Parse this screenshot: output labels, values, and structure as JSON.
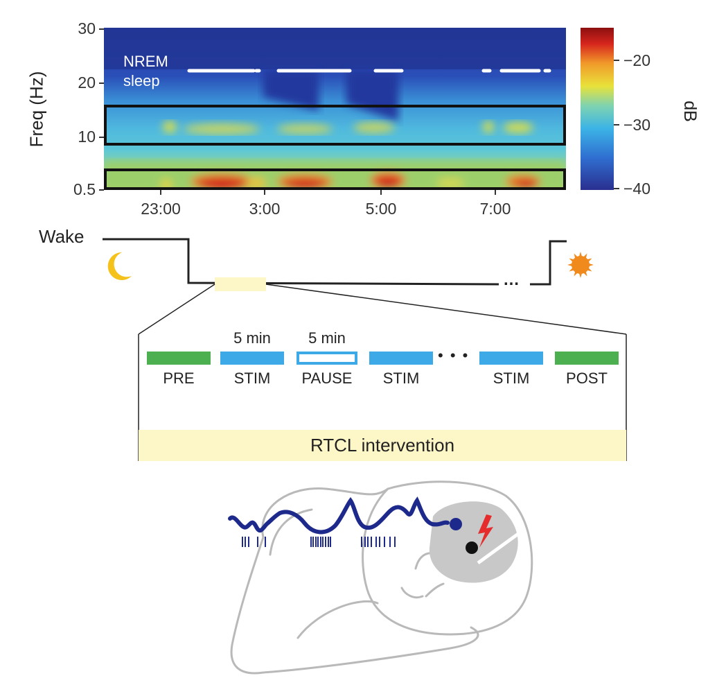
{
  "spectrogram": {
    "ylabel": "Freq (Hz)",
    "yticks": [
      "30",
      "20",
      "10",
      "0.5"
    ],
    "xticks": [
      "23:00",
      "3:00",
      "5:00",
      "7:00"
    ],
    "annotation_line1": "NREM",
    "annotation_line2": "sleep",
    "colorbar": {
      "label": "dB",
      "ticks": [
        "−20",
        "−30",
        "−40"
      ],
      "range": [
        -40,
        -15
      ],
      "colors": [
        "#2a2f8f",
        "#2f6fd0",
        "#3cb4e6",
        "#7fd3b0",
        "#e8e23a",
        "#f19a2a",
        "#d7261d",
        "#8c0f10"
      ]
    }
  },
  "hypnogram": {
    "wake_label": "Wake",
    "ellipsis": "…",
    "moon_icon": "moon-icon",
    "sun_icon": "sun-icon",
    "moon_color": "#f5c21b",
    "sun_color": "#f08a1c"
  },
  "protocol": {
    "blocks": [
      {
        "label": "PRE",
        "color": "#4caf50",
        "style": "filled"
      },
      {
        "label": "STIM",
        "color": "#3da9e6",
        "style": "filled",
        "duration": "5 min"
      },
      {
        "label": "PAUSE",
        "color": "#3da9e6",
        "style": "outline",
        "duration": "5 min"
      },
      {
        "label": "STIM",
        "color": "#3da9e6",
        "style": "filled"
      },
      {
        "label": "STIM",
        "color": "#3da9e6",
        "style": "filled"
      },
      {
        "label": "POST",
        "color": "#4caf50",
        "style": "filled"
      }
    ],
    "dots": "• • •",
    "banner": "RTCL intervention",
    "banner_color": "#fdf6c6"
  },
  "illustration": {
    "figure_icon": "sleeping-person-icon",
    "wave_color": "#1d2a8c",
    "bolt_color": "#e52b2b",
    "brain_color": "#c8c8c8"
  }
}
